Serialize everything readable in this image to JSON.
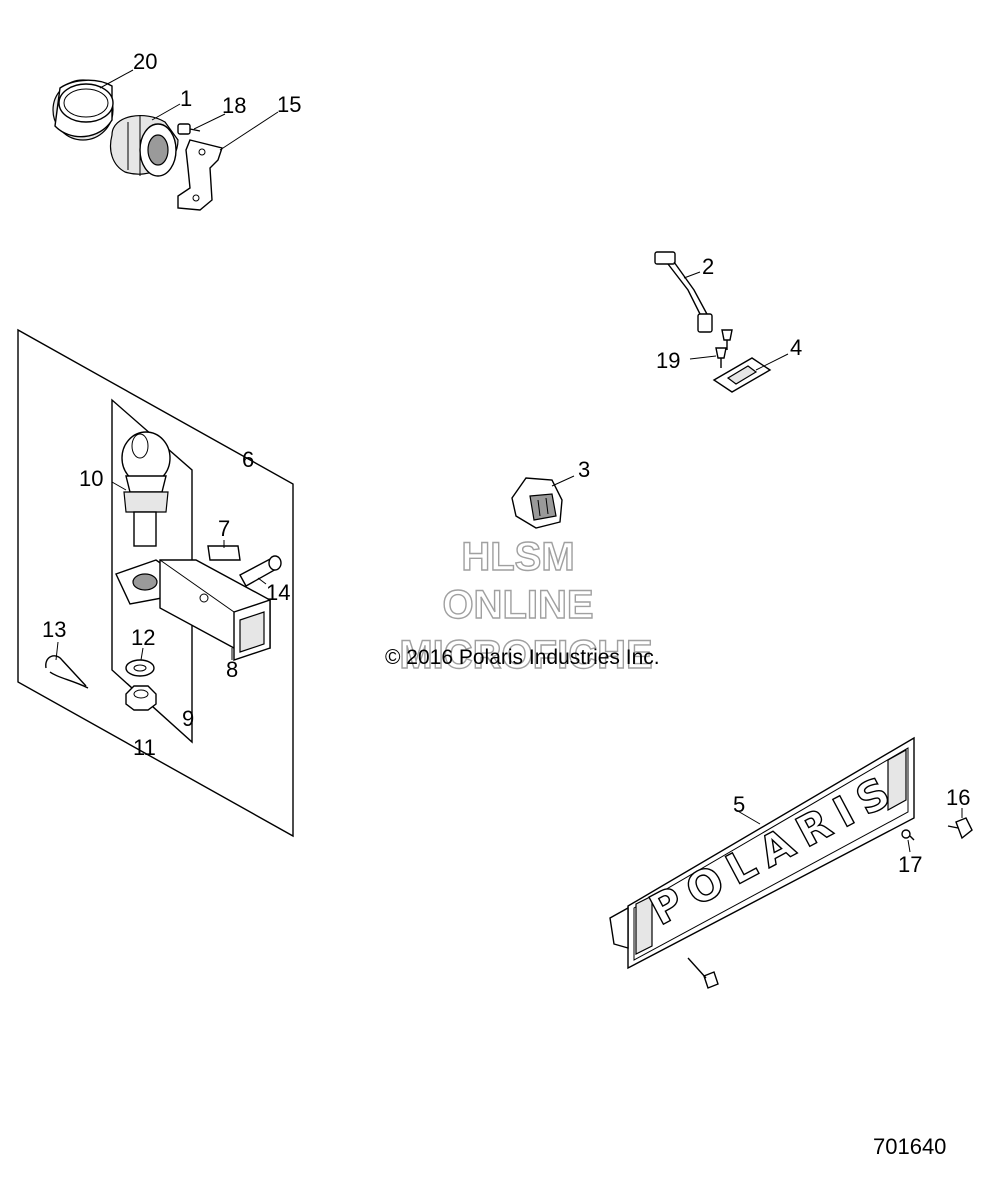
{
  "callouts": {
    "c1": "1",
    "c2": "2",
    "c3": "3",
    "c4": "4",
    "c5": "5",
    "c6": "6",
    "c7": "7",
    "c8": "8",
    "c9": "9",
    "c10": "10",
    "c11": "11",
    "c12": "12",
    "c13": "13",
    "c14": "14",
    "c15": "15",
    "c16": "16",
    "c17": "17",
    "c18": "18",
    "c19": "19",
    "c20": "20"
  },
  "watermark": {
    "line1": "HLSM",
    "line2": "ONLINE",
    "line3": "MICROFICHE",
    "copyright": "© 2016 Polaris Industries Inc."
  },
  "plate_text": "POLARIS",
  "document_number": "701640",
  "colors": {
    "line": "#000000",
    "watermark_outline": "#a0a0a0",
    "background": "#ffffff"
  }
}
